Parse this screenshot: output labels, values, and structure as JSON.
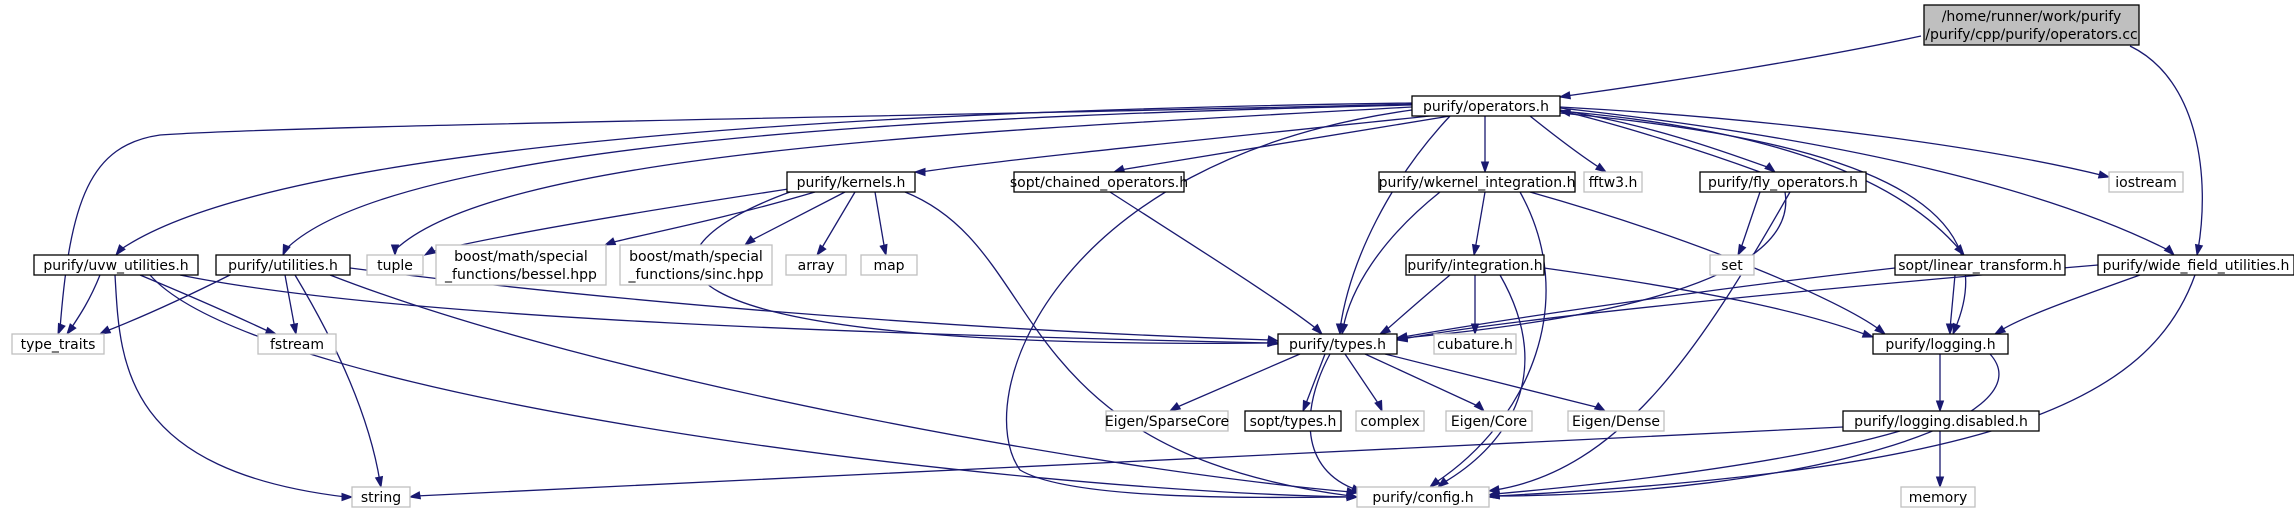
{
  "colors": {
    "edge": "#191970",
    "root_fill": "#bfbfbf",
    "node_border": "#000000",
    "missing_border": "#bfbfbf",
    "text": "#000000"
  },
  "nodes": {
    "root": [
      "/home/runner/work/purify",
      "/purify/cpp/purify/operators.cc"
    ],
    "operators": [
      "purify/operators.h"
    ],
    "type_traits": [
      "type_traits"
    ],
    "uvw": [
      "purify/uvw_utilities.h"
    ],
    "utilities": [
      "purify/utilities.h"
    ],
    "kernels": [
      "purify/kernels.h"
    ],
    "tuple": [
      "tuple"
    ],
    "bessel": [
      "boost/math/special",
      "_functions/bessel.hpp"
    ],
    "sinc": [
      "boost/math/special",
      "_functions/sinc.hpp"
    ],
    "array": [
      "array"
    ],
    "map": [
      "map"
    ],
    "chained": [
      "sopt/chained_operators.h"
    ],
    "wkernel": [
      "purify/wkernel_integration.h"
    ],
    "fftw3": [
      "fftw3.h"
    ],
    "fly": [
      "purify/fly_operators.h"
    ],
    "iostream": [
      "iostream"
    ],
    "fstream": [
      "fstream"
    ],
    "integration": [
      "purify/integration.h"
    ],
    "set": [
      "set"
    ],
    "linear": [
      "sopt/linear_transform.h"
    ],
    "wide": [
      "purify/wide_field_utilities.h"
    ],
    "types": [
      "purify/types.h"
    ],
    "cubature": [
      "cubature.h"
    ],
    "logging": [
      "purify/logging.h"
    ],
    "sparse": [
      "Eigen/SparseCore"
    ],
    "sopttypes": [
      "sopt/types.h"
    ],
    "complex": [
      "complex"
    ],
    "eigencore": [
      "Eigen/Core"
    ],
    "dense": [
      "Eigen/Dense"
    ],
    "logdisabled": [
      "purify/logging.disabled.h"
    ],
    "string": [
      "string"
    ],
    "config": [
      "purify/config.h"
    ],
    "memory": [
      "memory"
    ]
  }
}
